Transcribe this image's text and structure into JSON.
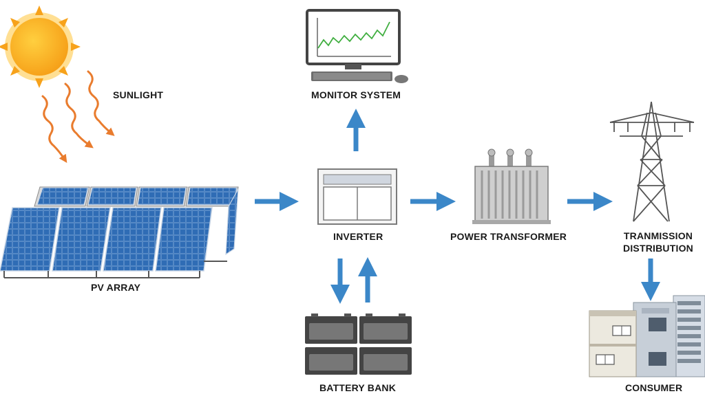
{
  "labels": {
    "sunlight": "SUNLIGHT",
    "monitor_system": "MONITOR SYSTEM",
    "pv_array": "PV ARRAY",
    "inverter": "INVERTER",
    "power_transformer": "POWER TRANSFORMER",
    "transmission_line1": "TRANMISSION",
    "transmission_line2": "DISTRIBUTION",
    "battery_bank": "BATTERY BANK",
    "consumer": "CONSUMER"
  },
  "colors": {
    "arrow": "#3b87c8",
    "sun": "#f7a21b",
    "ray": "#e97c2e",
    "panel": "#2b62a6",
    "chart_line": "#3fae3f"
  },
  "icons": [
    "sun-icon",
    "monitor-icon",
    "solar-panel-icon",
    "inverter-icon",
    "transformer-icon",
    "transmission-tower-icon",
    "battery-icon",
    "building-icon"
  ]
}
